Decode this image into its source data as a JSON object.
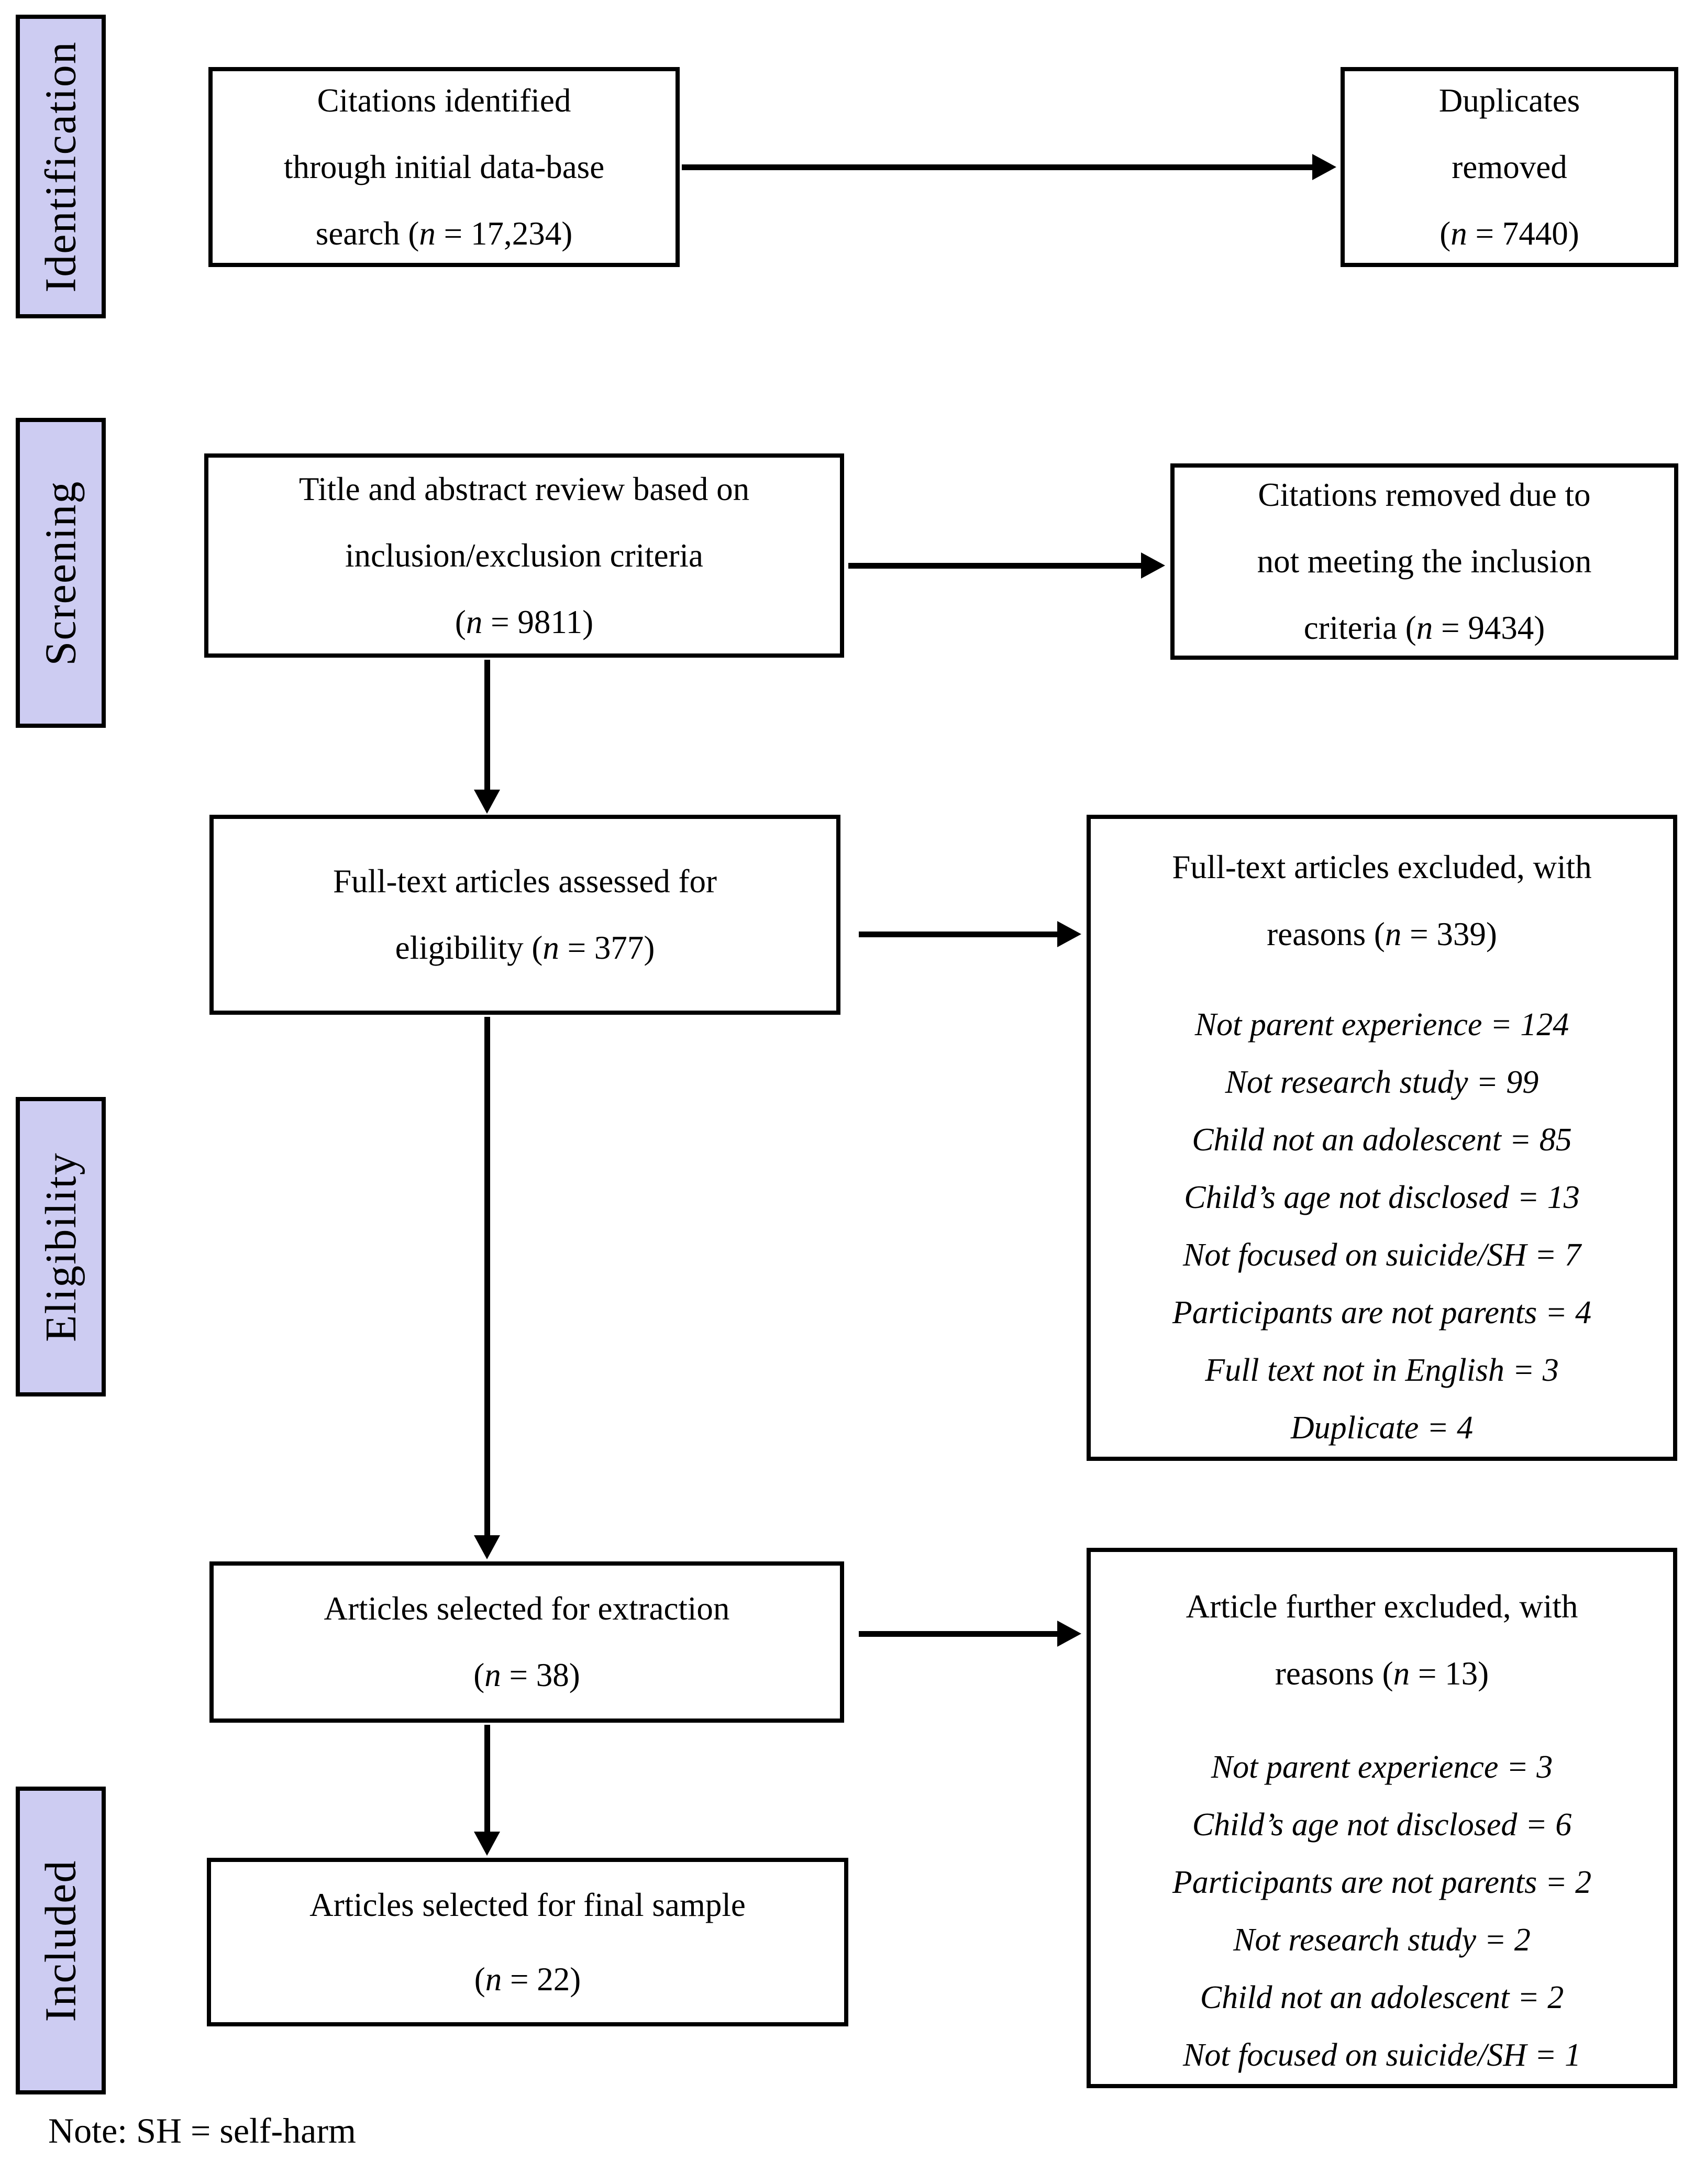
{
  "diagram": {
    "stages": [
      {
        "id": "identification",
        "label": "Identification"
      },
      {
        "id": "screening",
        "label": "Screening"
      },
      {
        "id": "eligibility",
        "label": "Eligibility"
      },
      {
        "id": "included",
        "label": "Included"
      }
    ],
    "boxes": {
      "citations_identified": {
        "lines": [
          "Citations identified",
          "through initial data-base",
          "search (n = 17,234)"
        ]
      },
      "duplicates_removed": {
        "lines": [
          "Duplicates",
          "removed",
          "(n = 7440)"
        ]
      },
      "title_abstract_review": {
        "lines": [
          "Title and abstract review based on",
          "inclusion/exclusion criteria",
          "(n = 9811)"
        ]
      },
      "citations_removed": {
        "lines": [
          "Citations removed due to",
          "not meeting the inclusion",
          "criteria (n = 9434)"
        ]
      },
      "fulltext_assessed": {
        "lines": [
          "Full-text articles assessed for",
          "eligibility (n = 377)"
        ]
      },
      "fulltext_excluded": {
        "title_lines": [
          "Full-text articles excluded, with",
          "reasons (n = 339)"
        ],
        "reasons": [
          "Not parent experience = 124",
          "Not research study = 99",
          "Child not an adolescent = 85",
          "Child’s age not disclosed = 13",
          "Not focused on suicide/SH = 7",
          "Participants are not parents = 4",
          "Full text not in English = 3",
          "Duplicate = 4"
        ]
      },
      "articles_extraction": {
        "lines": [
          "Articles selected for extraction",
          "(n = 38)"
        ]
      },
      "further_excluded": {
        "title_lines": [
          "Article further excluded, with",
          "reasons (n = 13)"
        ],
        "reasons": [
          "Not parent experience = 3",
          "Child’s age not disclosed = 6",
          "Participants are not parents = 2",
          "Not research study = 2",
          "Child not an adolescent = 2",
          "Not focused on suicide/SH = 1"
        ]
      },
      "final_sample": {
        "lines": [
          "Articles selected for final sample",
          "(n = 22)"
        ]
      }
    },
    "note": "Note: SH = self-harm",
    "colors": {
      "stage_fill": "#cdccf2",
      "box_fill": "#ffffff",
      "line": "#000000",
      "background": "#ffffff"
    }
  }
}
